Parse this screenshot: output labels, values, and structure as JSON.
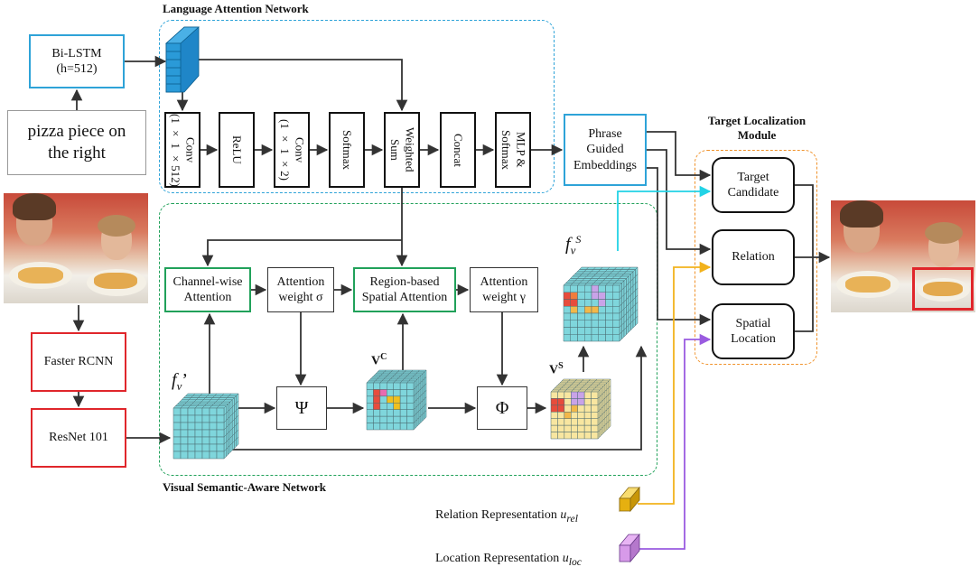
{
  "language_network": {
    "title": "Language Attention Network",
    "bilstm": "Bi-LSTM\n(h=512)",
    "input_text": "pizza piece on the right",
    "conv1": "Conv\n(1 × 1 ×512)",
    "relu": "ReLU",
    "conv2": "Conv\n(1 × 1 ×2)",
    "softmax": "Softmax",
    "weighted_sum": "Weighted\nSum",
    "concat": "Concat",
    "mlp": "MLP &\nSoftmax",
    "phrase": "Phrase\nGuided\nEmbeddings"
  },
  "visual_network": {
    "title": "Visual Semantic-Aware Network",
    "faster_rcnn": "Faster RCNN",
    "resnet": "ResNet 101",
    "channel_attention": "Channel-wise\nAttention",
    "attention_sigma": "Attention\nweight σ",
    "spatial_attention": "Region-based\nSpatial Attention",
    "attention_gamma": "Attention\nweight  γ",
    "psi": "Ψ",
    "phi": "Φ",
    "fv_prime": {
      "base": "f",
      "sub": "v",
      "sup": "’"
    },
    "vc": {
      "base": "V",
      "sup": "C"
    },
    "vs": {
      "base": "V",
      "sup": "S"
    },
    "fvs": {
      "base": "f",
      "sub": "v",
      "sup": "S"
    }
  },
  "target_module": {
    "title": "Target Localization\nModule",
    "candidate": "Target\nCandidate",
    "relation": "Relation",
    "spatial": "Spatial\nLocation"
  },
  "inputs": {
    "relation_rep": {
      "label": "Relation Representation ",
      "sym": "u",
      "sub": "rel"
    },
    "location_rep": {
      "label": "Location Representation ",
      "sym": "u",
      "sub": "loc"
    }
  },
  "colors": {
    "blue": "#2ea3d8",
    "green": "#21a15a",
    "red": "#e0262b",
    "orange": "#f0922b",
    "cyan": "#22d3e6",
    "yellow_arrow": "#f2b21c",
    "purple_arrow": "#9a5be0",
    "cube_cyan": "#7fd6dc",
    "cube_yellow": "#f8e6a0"
  }
}
